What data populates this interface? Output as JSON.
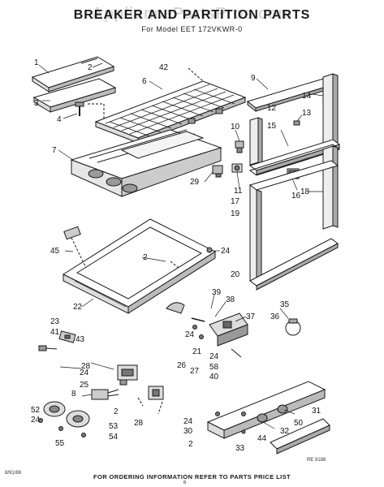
{
  "watermark": "AppliancePartsPros.com",
  "title": "BREAKER AND PARTITION PARTS",
  "subtitle": "For Model EET 172VKWR-0",
  "footer": "FOR ORDERING INFORMATION REFER TO PARTS PRICE LIST",
  "corner_code": "8/91/88",
  "page_number": "6",
  "revision": "RE 9188",
  "callouts": {
    "c1": "1",
    "c2a": "2",
    "c3": "3",
    "c4": "4",
    "c6": "6",
    "c42": "42",
    "c7": "7",
    "c9": "9",
    "c14": "14",
    "c12": "12",
    "c13": "13",
    "c10": "10",
    "c15": "15",
    "c29": "29",
    "c11": "11",
    "c16": "16",
    "c17": "17",
    "c18": "18",
    "c19": "19",
    "c45": "45",
    "c24a": "24",
    "c2b": "2",
    "c20": "20",
    "c22": "22",
    "c39": "39",
    "c38": "38",
    "c37": "37",
    "c35": "35",
    "c36": "36",
    "c23": "23",
    "c41": "41",
    "c43": "43",
    "c24b": "24",
    "c21": "21",
    "c24c": "24",
    "c58": "58",
    "c40": "40",
    "c28a": "28",
    "c24d": "24",
    "c25": "25",
    "c26": "26",
    "c27": "27",
    "c8": "8",
    "c2c": "2",
    "c28b": "28",
    "c52": "52",
    "c24e": "24",
    "c31": "31",
    "c24f": "24",
    "c30": "30",
    "c50": "50",
    "c32": "32",
    "c44": "44",
    "c2d": "2",
    "c33": "33",
    "c53": "53",
    "c54": "54",
    "c55": "55"
  }
}
